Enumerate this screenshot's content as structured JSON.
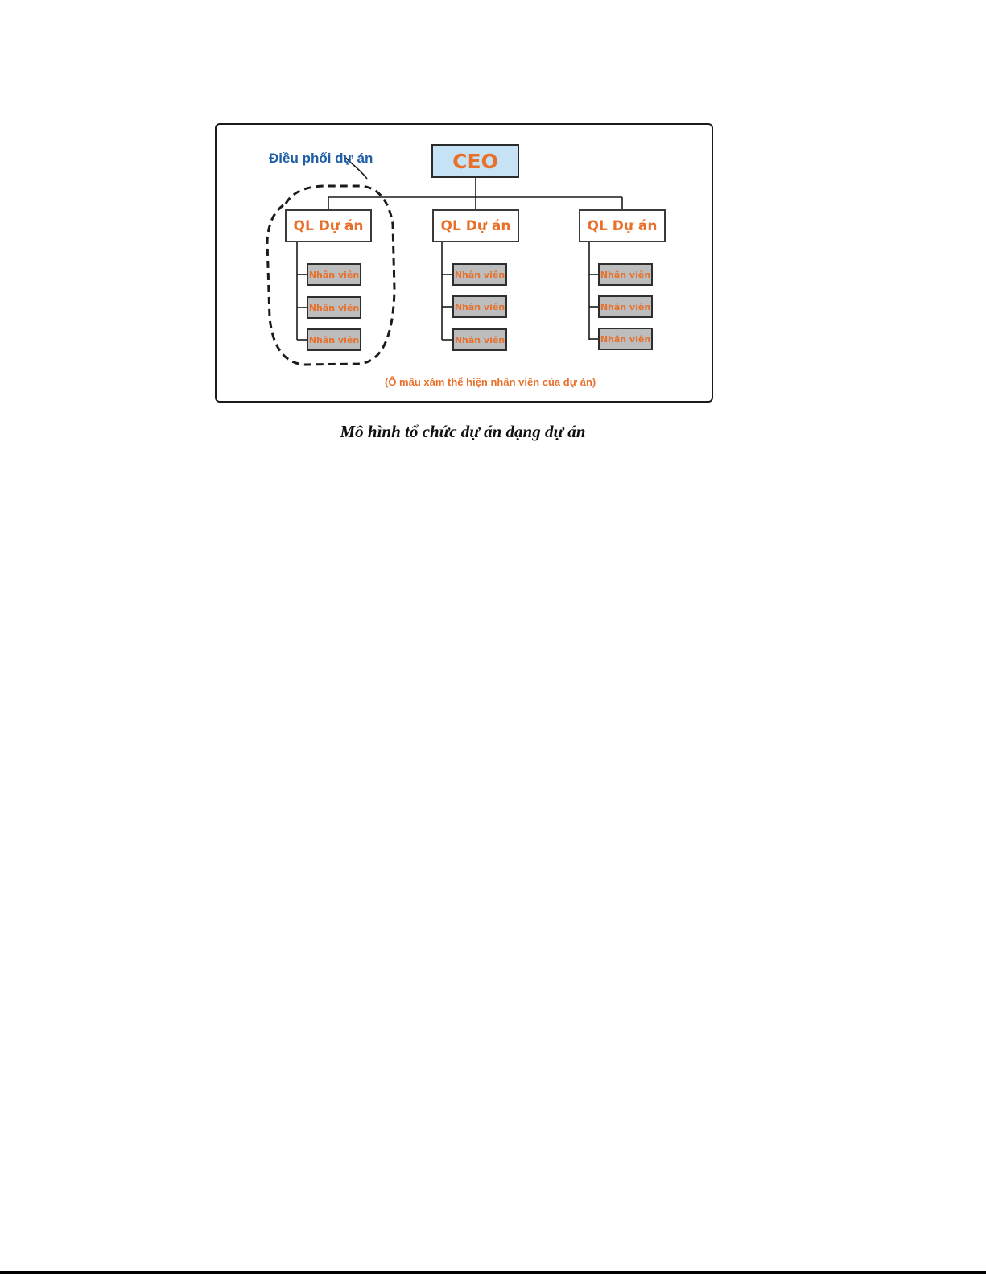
{
  "diagram": {
    "ceo": {
      "label": "CEO"
    },
    "coordination_label": "Điều phối dự án",
    "projects": [
      {
        "manager_label": "QL Dự án",
        "employees": [
          "Nhân viên",
          "Nhân viên",
          "Nhân viên"
        ]
      },
      {
        "manager_label": "QL Dự án",
        "employees": [
          "Nhân viên",
          "Nhân viên",
          "Nhân viên"
        ]
      },
      {
        "manager_label": "QL Dự án",
        "employees": [
          "Nhân viên",
          "Nhân viên",
          "Nhân viên"
        ]
      }
    ],
    "legend_note": "(Ô mầu xám thể hiện nhân viên của dự án)",
    "colors": {
      "ceo_fill": "#c6e2f5",
      "employee_fill": "#bdbdbd",
      "text_orange": "#e8702a",
      "text_blue": "#1f5ea8",
      "line": "#1a1a1a"
    }
  },
  "caption": "Mô hình tổ chức dự án dạng dự án"
}
